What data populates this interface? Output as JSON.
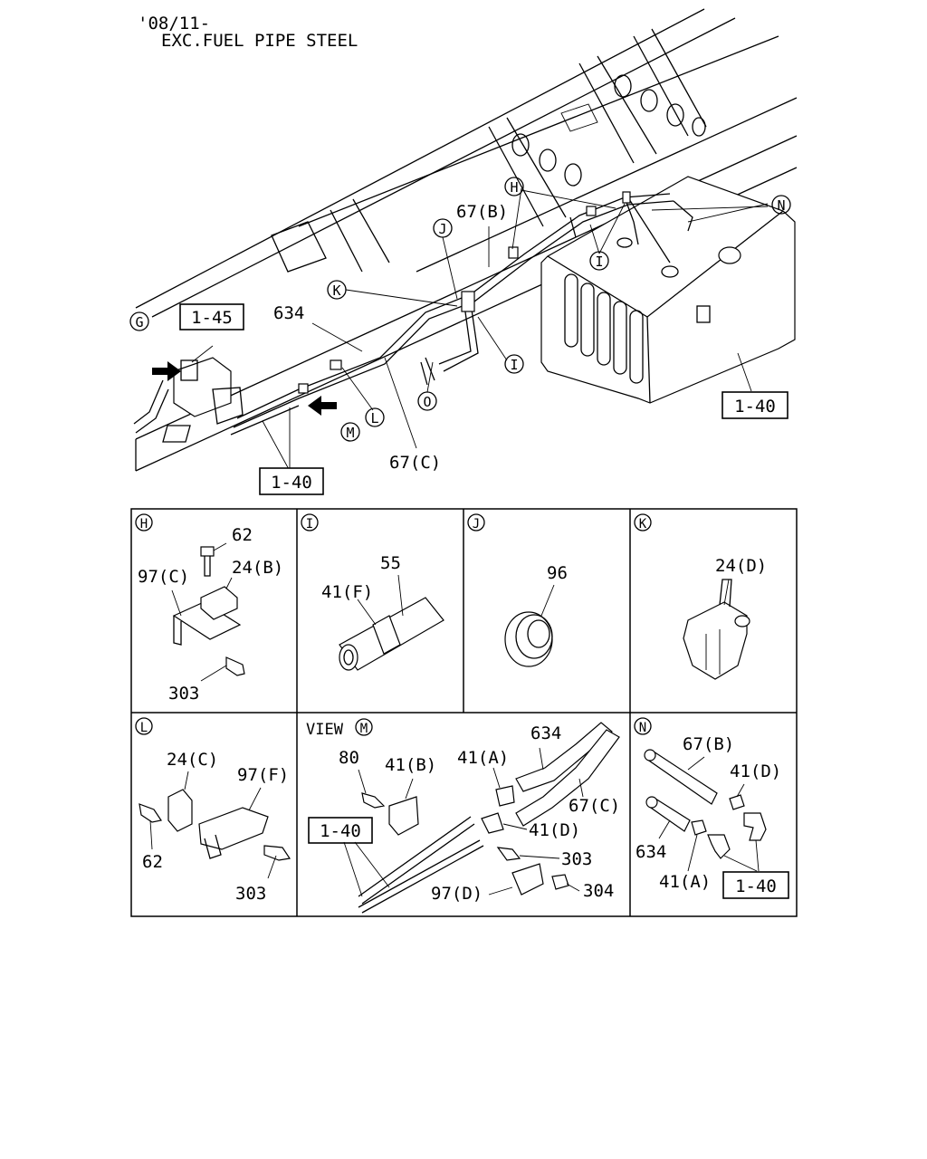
{
  "header": {
    "line1": "'08/11-",
    "line2": "EXC.FUEL PIPE STEEL"
  },
  "main": {
    "refs": {
      "r145": "1-45",
      "r140_right": "1-40",
      "r140_bottom": "1-40"
    },
    "callouts": {
      "G": "G",
      "H": "H",
      "N": "N",
      "J": "J",
      "K": "K",
      "I_top": "I",
      "I_right": "I",
      "O": "O",
      "L": "L",
      "M": "M"
    },
    "labels": {
      "p67b": "67(B)",
      "p634": "634",
      "p67c": "67(C)"
    }
  },
  "panels": {
    "H": {
      "letter": "H",
      "p62": "62",
      "p97c": "97(C)",
      "p24b": "24(B)",
      "p303": "303"
    },
    "I": {
      "letter": "I",
      "p55": "55",
      "p41f": "41(F)"
    },
    "J": {
      "letter": "J",
      "p96": "96"
    },
    "K": {
      "letter": "K",
      "p24d": "24(D)"
    },
    "L": {
      "letter": "L",
      "p24c": "24(C)",
      "p97f": "97(F)",
      "p62": "62",
      "p303": "303"
    },
    "M": {
      "view": "VIEW",
      "letter": "M",
      "p634": "634",
      "p80": "80",
      "p41b": "41(B)",
      "p41a": "41(A)",
      "p67c": "67(C)",
      "p41d": "41(D)",
      "ref140": "1-40",
      "p303": "303",
      "p97d": "97(D)",
      "p304": "304"
    },
    "N": {
      "letter": "N",
      "p67b": "67(B)",
      "p41d": "41(D)",
      "p634": "634",
      "p41a": "41(A)",
      "ref140": "1-40"
    }
  }
}
